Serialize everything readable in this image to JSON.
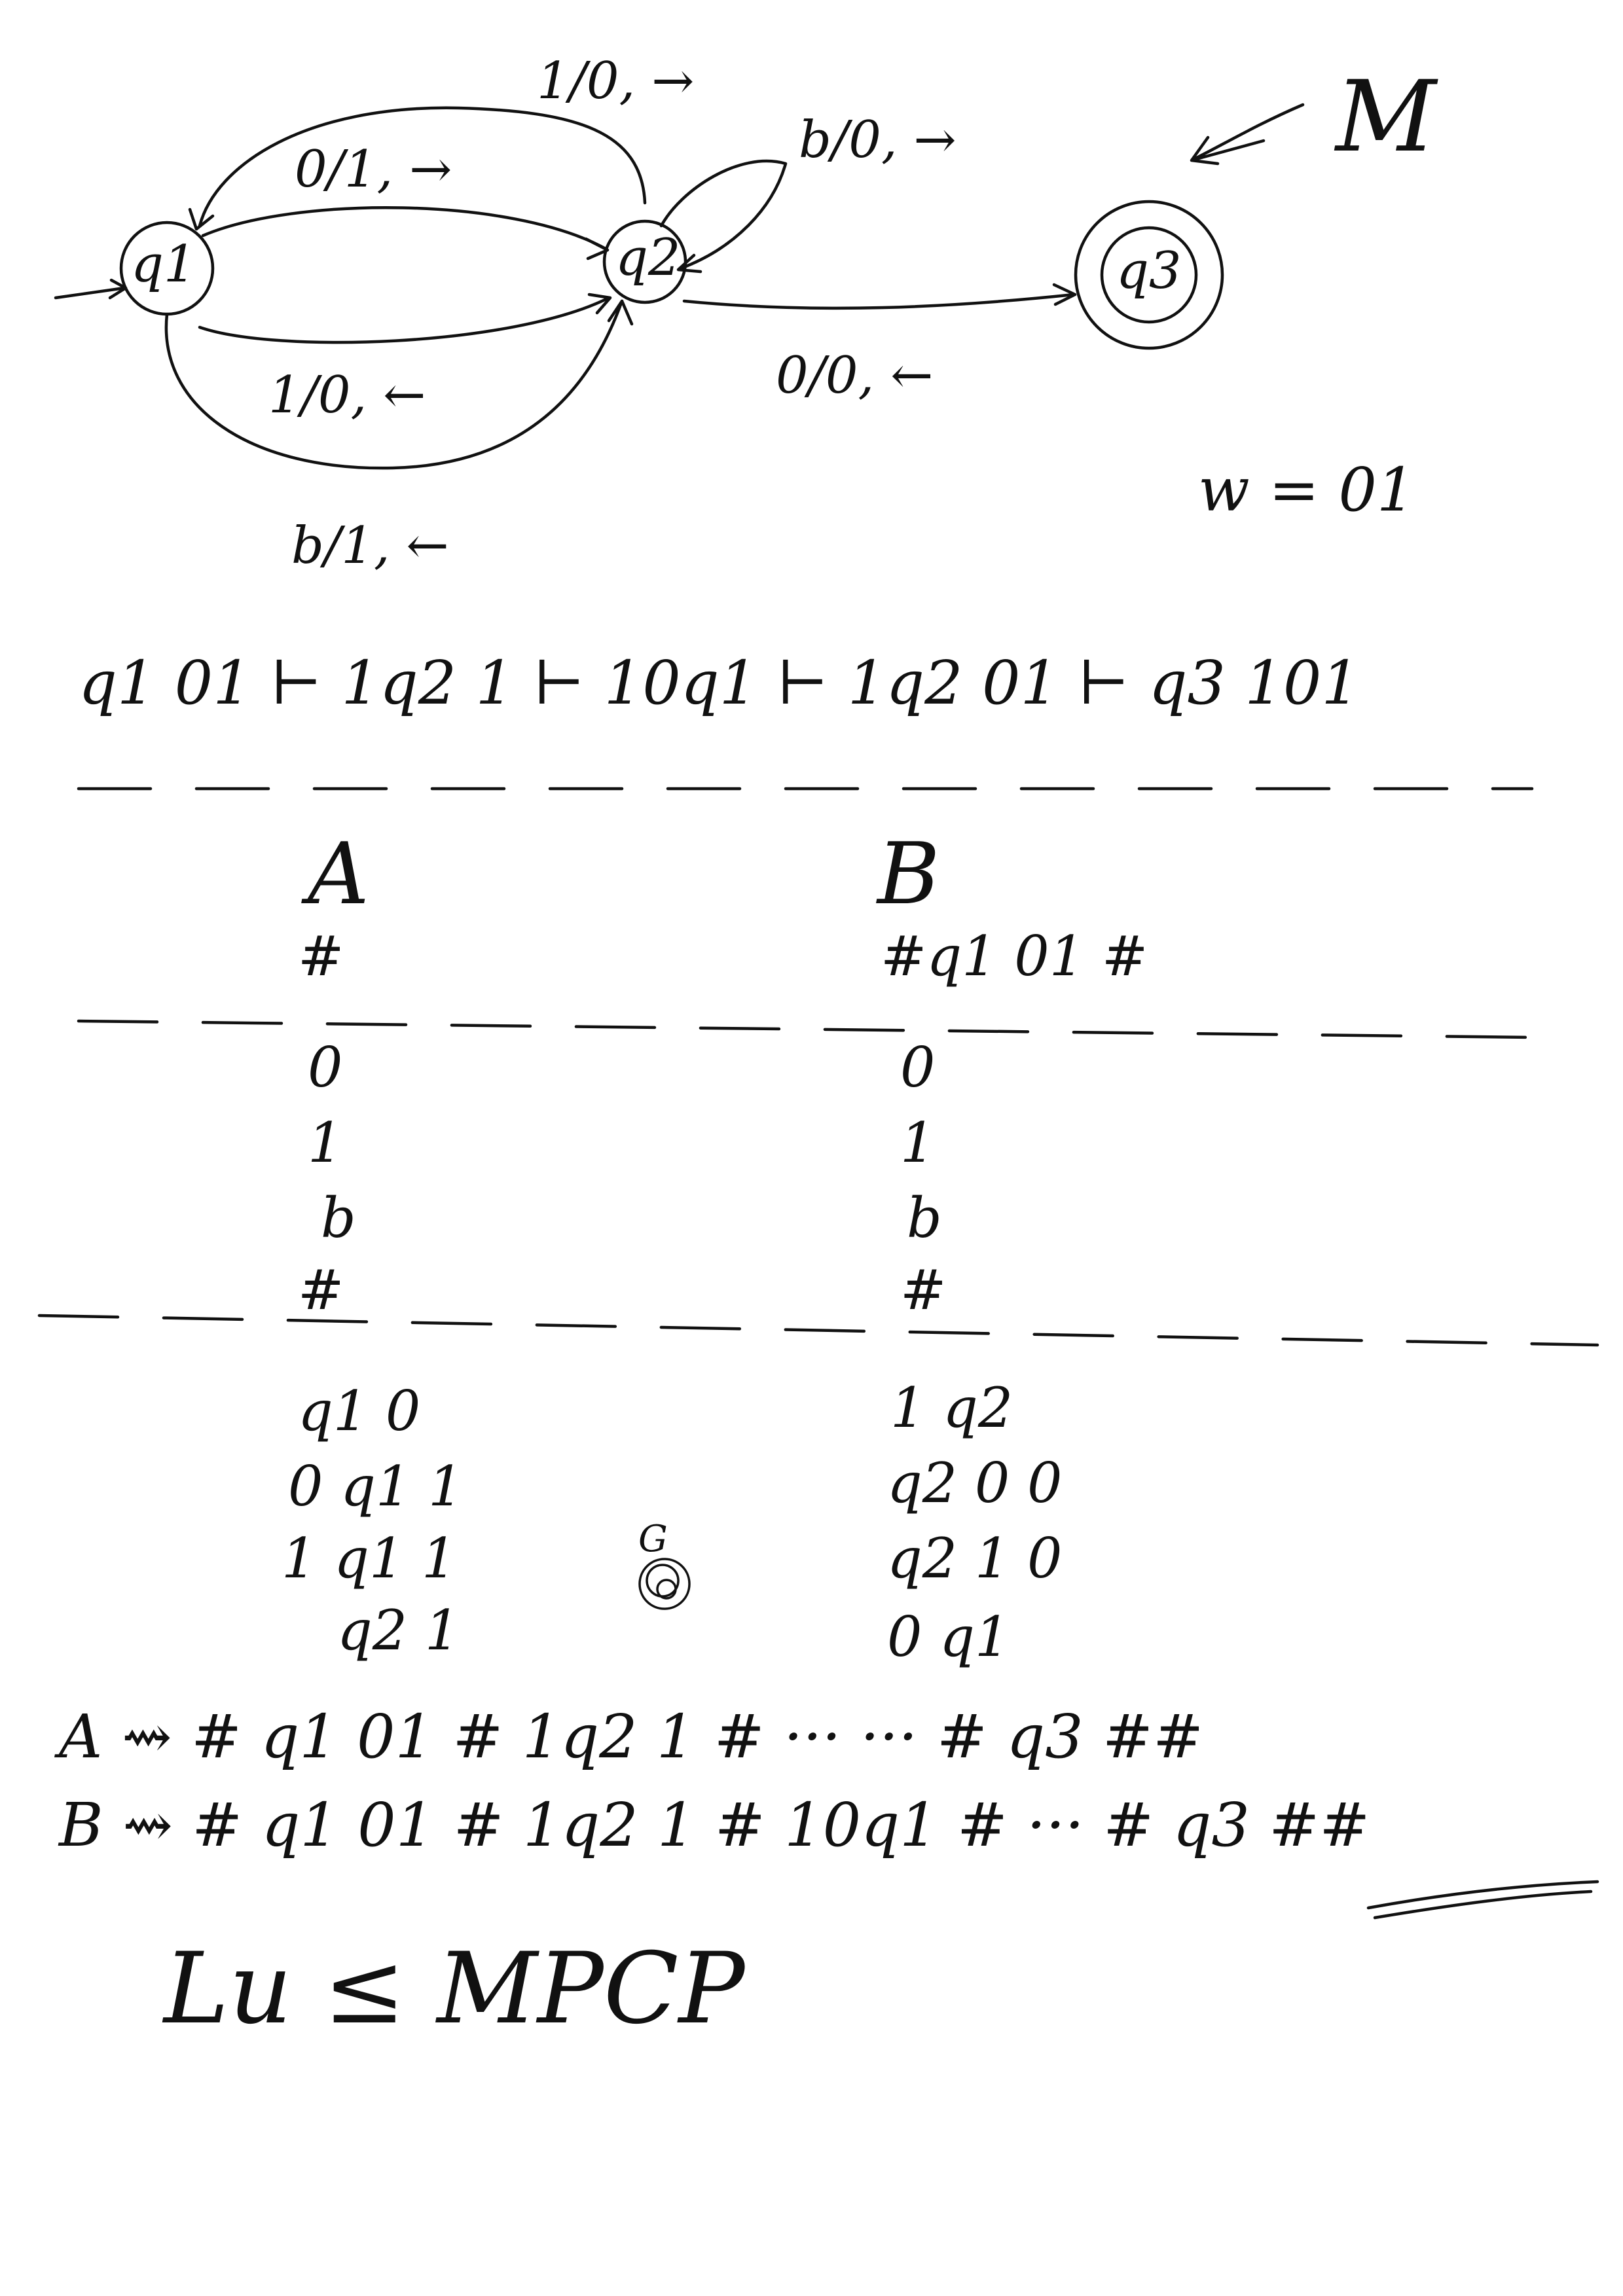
{
  "automaton": {
    "states": [
      "q1",
      "q2",
      "q3"
    ],
    "accepting_state": "q3",
    "start_state": "q1",
    "machine_name": "M",
    "transitions": [
      {
        "label": "1/0, →"
      },
      {
        "label": "0/1, →"
      },
      {
        "label": "b/0, →"
      },
      {
        "label": "1/0, ←"
      },
      {
        "label": "b/1, ←"
      },
      {
        "label": "0/0, ←"
      }
    ],
    "input_word": "w = 01"
  },
  "computation": "q1 01 ⊢ 1q2 1 ⊢ 10q1 ⊢ 1q2 01 ⊢ q3 101",
  "pcp_table": {
    "headers": {
      "a": "A",
      "b": "B"
    },
    "initial": {
      "a": "#",
      "b": "#q1 01 #"
    },
    "copy_pairs": {
      "a": [
        "0",
        "1",
        "b",
        "#"
      ],
      "b": [
        "0",
        "1",
        "b",
        "#"
      ]
    },
    "transition_pairs": {
      "a": [
        "q1 0",
        "0 q1 1",
        "1 q1 1",
        "q2 1"
      ],
      "b": [
        "1 q2",
        "q2 0 0",
        "q2 1 0",
        "0 q1"
      ]
    },
    "final_marker": "G"
  },
  "solution": {
    "a_line": "A ⇝ # q1 01 # 1q2 1 # ··· ··· # q3 ##",
    "b_line": "B ⇝ # q1 01 # 1q2 1 # 10q1 # ··· # q3 ##"
  },
  "reduction": "Lu ≤ MPCP"
}
